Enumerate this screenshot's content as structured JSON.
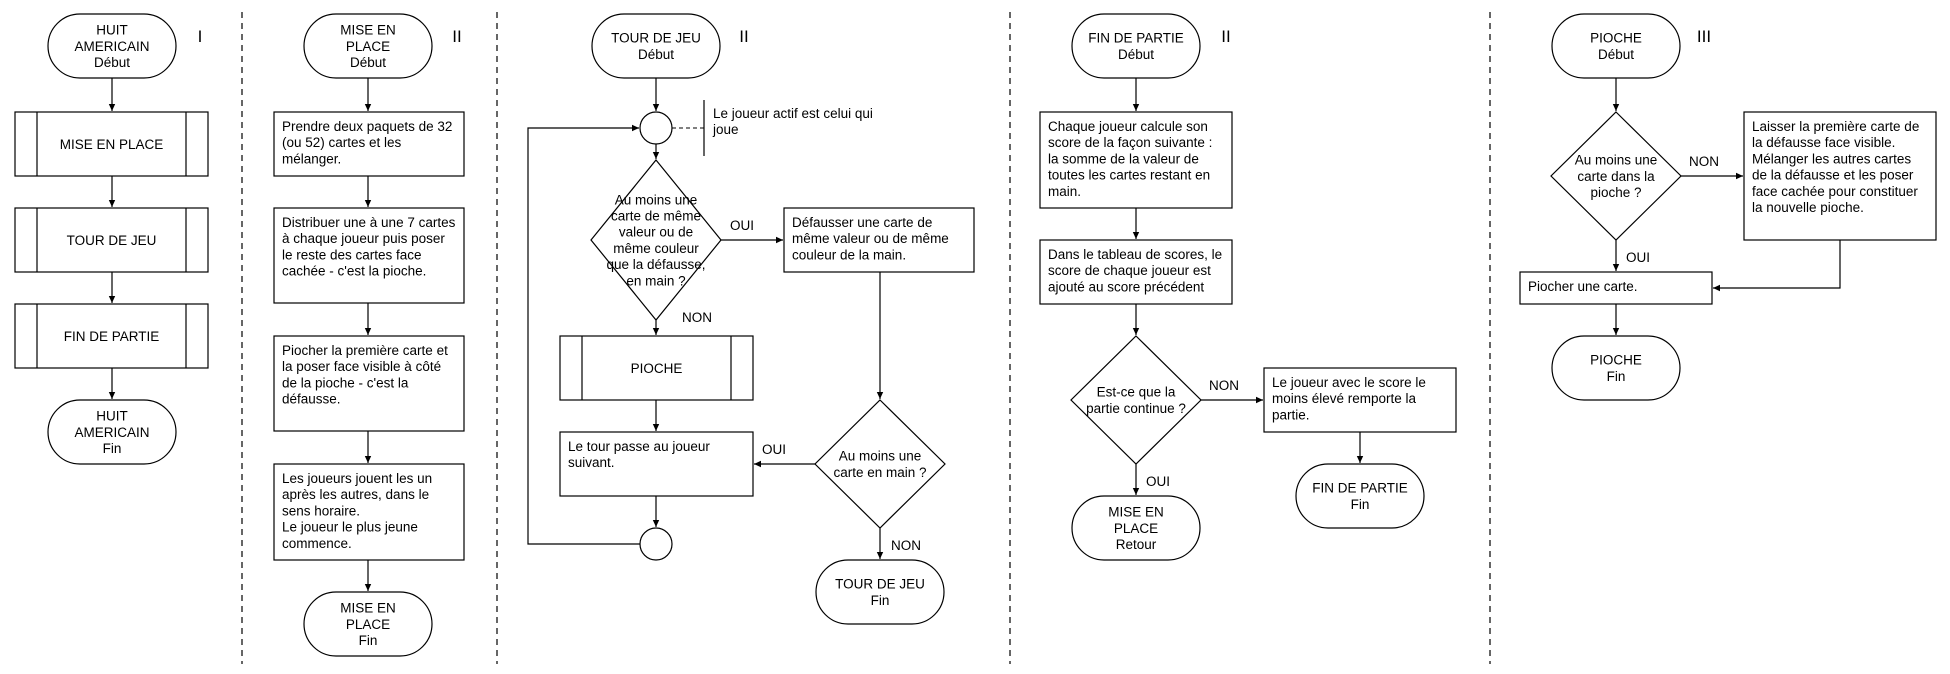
{
  "columns": [
    {
      "numeral": "I",
      "nodes": {
        "start": [
          "HUIT",
          "AMERICAIN",
          "Début"
        ],
        "p1": [
          "MISE EN PLACE"
        ],
        "p2": [
          "TOUR DE JEU"
        ],
        "p3": [
          "FIN DE PARTIE"
        ],
        "end": [
          "HUIT",
          "AMERICAIN",
          "Fin"
        ]
      }
    },
    {
      "numeral": "II",
      "nodes": {
        "start": [
          "MISE EN",
          "PLACE",
          "Début"
        ],
        "b1": [
          "Prendre deux paquets de 32",
          "(ou 52) cartes et les",
          "mélanger."
        ],
        "b2": [
          "Distribuer une à une 7 cartes",
          "à chaque joueur puis poser",
          "le reste des cartes face",
          "cachée - c'est la pioche."
        ],
        "b3": [
          "Piocher la première carte et",
          "la poser face visible à côté",
          "de la pioche - c'est la",
          "défausse."
        ],
        "b4": [
          "Les joueurs jouent les un",
          "après les autres, dans le",
          "sens horaire.",
          "Le joueur le plus jeune",
          "commence."
        ],
        "end": [
          "MISE EN",
          "PLACE",
          "Fin"
        ]
      }
    },
    {
      "numeral": "II",
      "nodes": {
        "start": [
          "TOUR DE JEU",
          "Début"
        ],
        "note": [
          "Le joueur actif est celui qui",
          "joue"
        ],
        "d1": [
          "Au moins une",
          "carte de même",
          "valeur ou de",
          "même couleur",
          "que la défausse,",
          "en main ?"
        ],
        "d1_yes": "OUI",
        "d1_no": "NON",
        "b_def": [
          "Défausser une carte de",
          "même valeur ou de même",
          "couleur de la main."
        ],
        "p_pioche": [
          "PIOCHE"
        ],
        "b_tour": [
          "Le tour passe au joueur",
          "suivant."
        ],
        "d2": [
          "Au moins une",
          "carte en main ?"
        ],
        "d2_yes": "OUI",
        "d2_no": "NON",
        "end": [
          "TOUR DE JEU",
          "Fin"
        ]
      }
    },
    {
      "numeral": "II",
      "nodes": {
        "start": [
          "FIN DE PARTIE",
          "Début"
        ],
        "b1": [
          "Chaque joueur calcule son",
          "score de la façon suivante :",
          "la somme de la valeur de",
          "toutes les cartes restant en",
          "main."
        ],
        "b2": [
          "Dans le tableau de scores, le",
          "score de chaque joueur est",
          "ajouté au score précédent"
        ],
        "d1": [
          "Est-ce que la",
          "partie continue ?"
        ],
        "d1_yes": "OUI",
        "d1_no": "NON",
        "ret": [
          "MISE EN",
          "PLACE",
          "Retour"
        ],
        "b_win": [
          "Le joueur avec le score le",
          "moins élevé remporte la",
          "partie."
        ],
        "end": [
          "FIN DE PARTIE",
          "Fin"
        ]
      }
    },
    {
      "numeral": "III",
      "nodes": {
        "start": [
          "PIOCHE",
          "Début"
        ],
        "d1": [
          "Au moins une",
          "carte dans la",
          "pioche ?"
        ],
        "d1_yes": "OUI",
        "d1_no": "NON",
        "b_shuffle": [
          "Laisser la première carte de",
          "la défausse face visible.",
          "Mélanger les autres cartes",
          "de la défausse et les poser",
          "face cachée pour constituer",
          "la nouvelle pioche."
        ],
        "b_draw": [
          "Piocher une carte."
        ],
        "end": [
          "PIOCHE",
          "Fin"
        ]
      }
    }
  ]
}
